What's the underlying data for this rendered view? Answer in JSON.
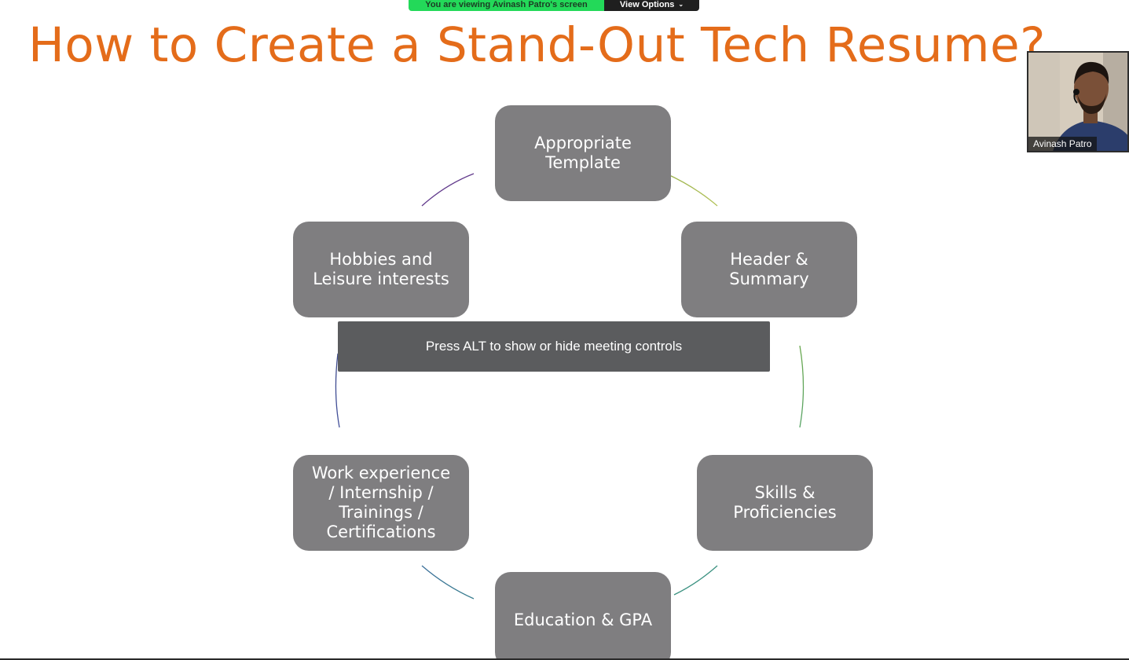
{
  "share_banner": {
    "status_text": "You are viewing Avinash Patro's screen",
    "view_options_label": "View Options",
    "status_color": "#23d959"
  },
  "slide": {
    "title": "How to Create a Stand-Out Tech Resume?",
    "title_color": "#e46c1a",
    "node_color": "#7f7e80",
    "cycle_nodes": [
      {
        "label": "Appropriate\nTemplate"
      },
      {
        "label": "Header &\nSummary"
      },
      {
        "label": "Skills &\nProficiencies"
      },
      {
        "label": "Education & GPA"
      },
      {
        "label": "Work experience\n/ Internship /\nTrainings /\nCertifications"
      },
      {
        "label": "Hobbies and\nLeisure interests"
      }
    ]
  },
  "meeting_controls_hint": "Press ALT to show or hide meeting controls",
  "participant_video": {
    "name": "Avinash Patro"
  }
}
